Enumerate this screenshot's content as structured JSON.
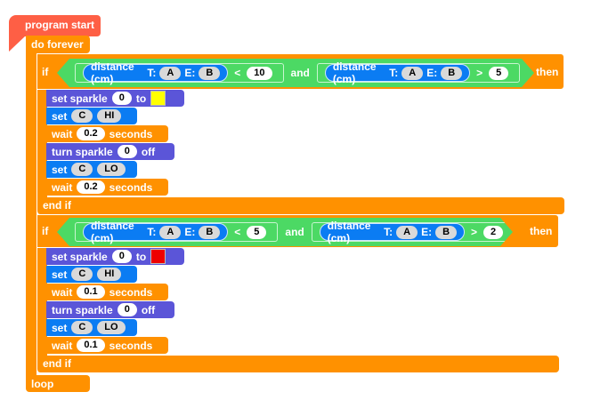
{
  "program_start": "program start",
  "forever": {
    "label": "do forever",
    "end": "loop"
  },
  "ifs": [
    {
      "if": "if",
      "then": "then",
      "end": "end if",
      "and": "and",
      "c1": {
        "sensor": "distance (cm)",
        "t": "T:",
        "tv": "A",
        "e": "E:",
        "ev": "B",
        "op": "<",
        "val": "10"
      },
      "c2": {
        "sensor": "distance (cm)",
        "t": "T:",
        "tv": "A",
        "e": "E:",
        "ev": "B",
        "op": ">",
        "val": "5"
      },
      "body": {
        "sparkle": "set sparkle",
        "sparkle_idx": "0",
        "to": "to",
        "color": "#ffff00",
        "set": "set",
        "pin": "C",
        "hi": "HI",
        "wait": "wait",
        "w1": "0.2",
        "seconds": "seconds",
        "turn": "turn sparkle",
        "turn_idx": "0",
        "off": "off",
        "lo": "LO",
        "w2": "0.2"
      }
    },
    {
      "if": "if",
      "then": "then",
      "end": "end if",
      "and": "and",
      "c1": {
        "sensor": "distance (cm)",
        "t": "T:",
        "tv": "A",
        "e": "E:",
        "ev": "B",
        "op": "<",
        "val": "5"
      },
      "c2": {
        "sensor": "distance (cm)",
        "t": "T:",
        "tv": "A",
        "e": "E:",
        "ev": "B",
        "op": ">",
        "val": "2"
      },
      "body": {
        "sparkle": "set sparkle",
        "sparkle_idx": "0",
        "to": "to",
        "color": "#ee0000",
        "set": "set",
        "pin": "C",
        "hi": "HI",
        "wait": "wait",
        "w1": "0.1",
        "seconds": "seconds",
        "turn": "turn sparkle",
        "turn_idx": "0",
        "off": "off",
        "lo": "LO",
        "w2": "0.1"
      }
    }
  ]
}
